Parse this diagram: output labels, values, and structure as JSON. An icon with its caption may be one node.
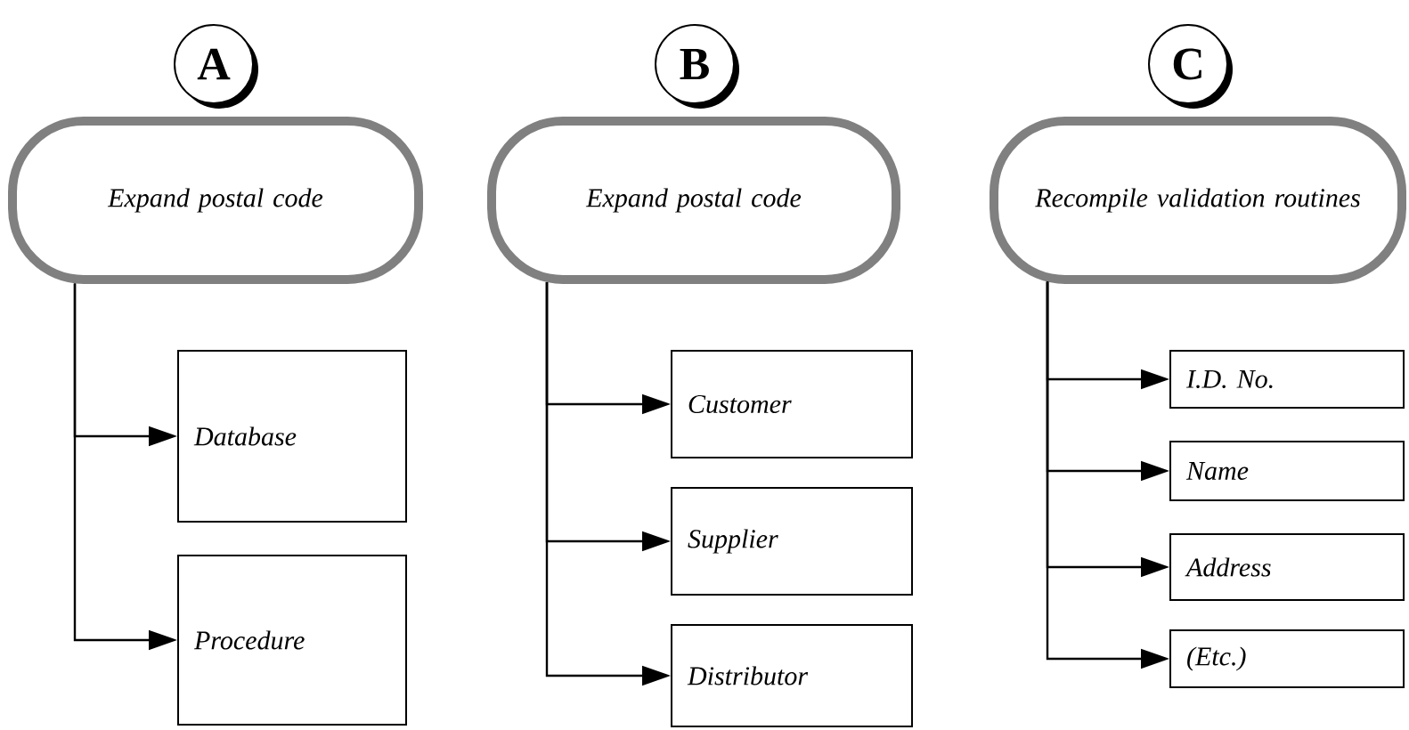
{
  "diagram": {
    "nodes": [
      {
        "text": [
          "A"
        ]
      },
      {
        "text": [
          "Expand postal code"
        ]
      },
      {
        "text": [
          "Database"
        ]
      },
      {
        "text": [
          "Procedure"
        ]
      },
      {
        "text": [
          "B"
        ]
      },
      {
        "text": [
          "Expand postal code"
        ]
      },
      {
        "text": [
          "Customer"
        ]
      },
      {
        "text": [
          "Supplier"
        ]
      },
      {
        "text": [
          "Distributor"
        ]
      },
      {
        "text": [
          "C"
        ]
      },
      {
        "text": [
          "Recompile validation routines"
        ]
      },
      {
        "text": [
          "I.D. No."
        ]
      },
      {
        "text": [
          "Name"
        ]
      },
      {
        "text": [
          "Address"
        ]
      },
      {
        "text": [
          "(Etc.)"
        ]
      }
    ],
    "edges": [
      {
        "from": 1,
        "to": 2,
        "arrow": "to"
      },
      {
        "from": 1,
        "to": 3,
        "arrow": "to"
      },
      {
        "from": 5,
        "to": 6,
        "arrow": "to"
      },
      {
        "from": 5,
        "to": 7,
        "arrow": "to"
      },
      {
        "from": 5,
        "to": 8,
        "arrow": "to"
      },
      {
        "from": 10,
        "to": 11,
        "arrow": "to"
      },
      {
        "from": 10,
        "to": 12,
        "arrow": "to"
      },
      {
        "from": 10,
        "to": 13,
        "arrow": "to"
      },
      {
        "from": 10,
        "to": 14,
        "arrow": "to"
      }
    ]
  }
}
